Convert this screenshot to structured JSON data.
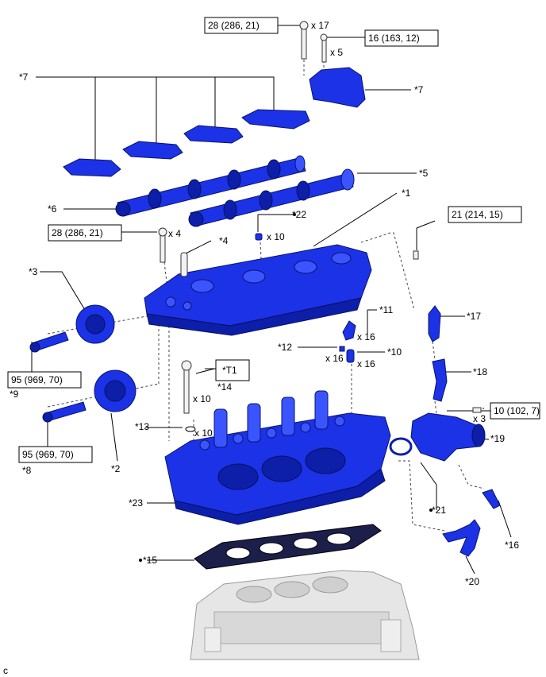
{
  "torque": {
    "t1": "28 (286, 21)",
    "t2": "16 (163, 12)",
    "t3": "28 (286, 21)",
    "t4": "21 (214, 15)",
    "t5": "95 (969, 70)",
    "t6": "95 (969, 70)",
    "t7": "10 (102, 7)",
    "t8": "*T1"
  },
  "qty": {
    "q17": "x 17",
    "q5": "x 5",
    "q4": "x 4",
    "q10a": "x 10",
    "q16a": "x 16",
    "q16b": "x 16",
    "q16c": "x 16",
    "q10b": "x 10",
    "q10c": "x 10",
    "q3": "x 3"
  },
  "callouts": {
    "c7a": "*7",
    "c7b": "*7",
    "c5": "*5",
    "c6": "*6",
    "c1": "*1",
    "c22": "*22",
    "c4": "*4",
    "c3": "*3",
    "c9": "*9",
    "c11": "*11",
    "c17": "*17",
    "c12": "*12",
    "c10": "*10",
    "c18": "*18",
    "c14": "*14",
    "c13": "*13",
    "c8": "*8",
    "c2": "*2",
    "c19": "*19",
    "c23": "*23",
    "c21": "*21",
    "c16": "*16",
    "c15": "*15",
    "c20": "*20"
  },
  "corner_mark": "c",
  "colors": {
    "part": "#1c32e6",
    "block": "#e6e6e6"
  }
}
